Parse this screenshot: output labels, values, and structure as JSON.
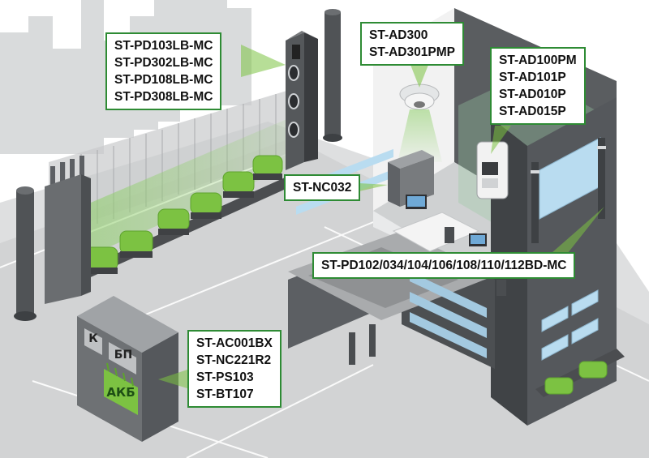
{
  "labels": {
    "gate_readers": {
      "lines": [
        "ST-PD103LB-MC",
        "ST-PD302LB-MC",
        "ST-PD108LB-MC",
        "ST-PD308LB-MC"
      ]
    },
    "ceiling_detectors": {
      "lines": [
        "ST-AD300",
        "ST-AD301PMP"
      ]
    },
    "wall_detectors": {
      "lines": [
        "ST-AD100PM",
        "ST-AD101P",
        "ST-AD010P",
        "ST-AD015P"
      ]
    },
    "control_panel": {
      "lines": [
        "ST-NC032"
      ]
    },
    "perimeter_beams": {
      "lines": [
        "ST-PD102/034/104/106/108/110/112BD-MC"
      ]
    },
    "power_cabinet": {
      "lines": [
        "ST-AC001BX",
        "ST-NC221R2",
        "ST-PS103",
        "ST-BT107"
      ]
    }
  },
  "cabinet_units": {
    "k": "К",
    "bp": "БП",
    "akb": "АКБ"
  },
  "colors": {
    "accent_green": "#2e8b34",
    "hedge_green": "#7cc242",
    "beam_green": "#8fd06a"
  }
}
